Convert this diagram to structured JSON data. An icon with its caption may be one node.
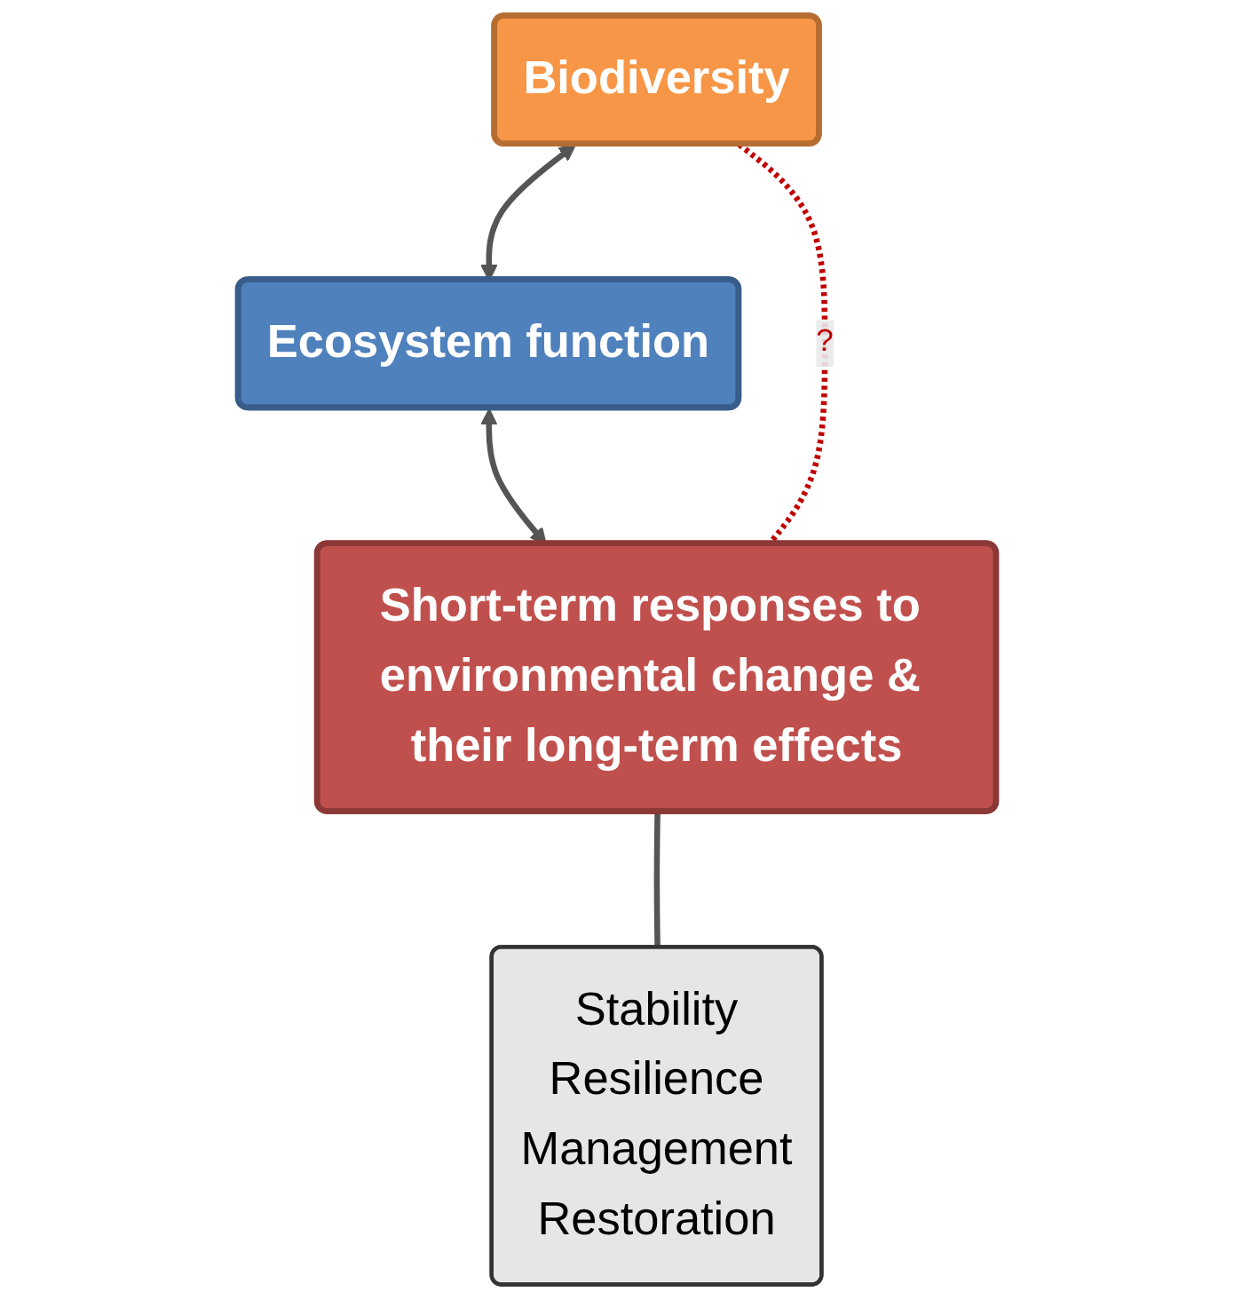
{
  "diagram": {
    "nodes": [
      {
        "text": [
          "Biodiversity"
        ]
      },
      {
        "text": [
          "Ecosystem function"
        ]
      },
      {
        "text": [
          "Short-term responses to environmental change & their long-term effects"
        ]
      },
      {
        "text": [
          "Stability",
          "Resilience",
          "Management",
          "Restoration"
        ]
      }
    ],
    "edges": [
      {
        "from": 0,
        "to": 1,
        "arrow": "both"
      },
      {
        "from": 1,
        "to": 2,
        "arrow": "both"
      },
      {
        "from": 0,
        "to": 2,
        "arrow": "none",
        "label": "?",
        "style": "dashed",
        "color": "#c00000"
      },
      {
        "from": 2,
        "to": 3,
        "arrow": "none"
      }
    ]
  }
}
